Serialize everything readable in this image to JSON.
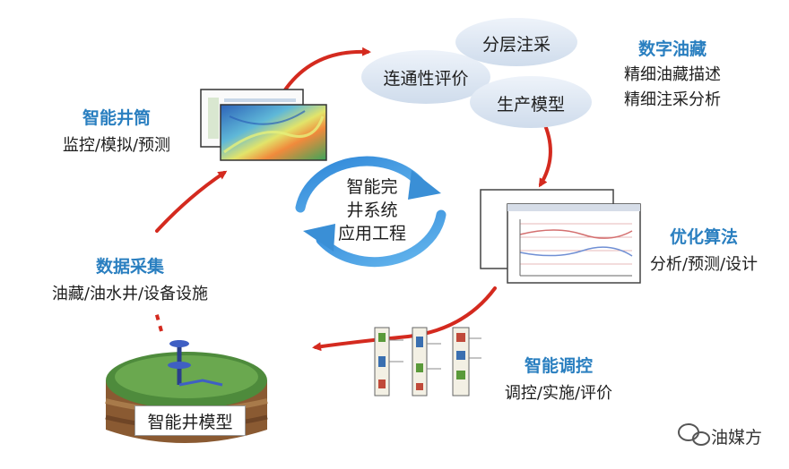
{
  "center": {
    "lines": [
      "智能完",
      "井系统",
      "应用工程"
    ]
  },
  "wellbore": {
    "title": "智能井筒",
    "subtitle": "监控/模拟/预测"
  },
  "reservoir": {
    "title": "数字油藏",
    "lines": [
      "精细油藏描述",
      "精细注采分析"
    ]
  },
  "bubbles": {
    "layered": "分层注采",
    "connectivity": "连通性评价",
    "production": "生产模型"
  },
  "optimization": {
    "title": "优化算法",
    "subtitle": "分析/预测/设计"
  },
  "control": {
    "title": "智能调控",
    "subtitle": "调控/实施/评价"
  },
  "collection": {
    "title": "数据采集",
    "subtitle": "油藏/油水井/设备设施"
  },
  "model": {
    "label": "智能井模型"
  },
  "watermark": {
    "text": "油媒方"
  },
  "colors": {
    "accent_blue": "#2a7fc0",
    "arrow_red": "#d42a1f",
    "cycle_blue": "#3a8fd6"
  }
}
